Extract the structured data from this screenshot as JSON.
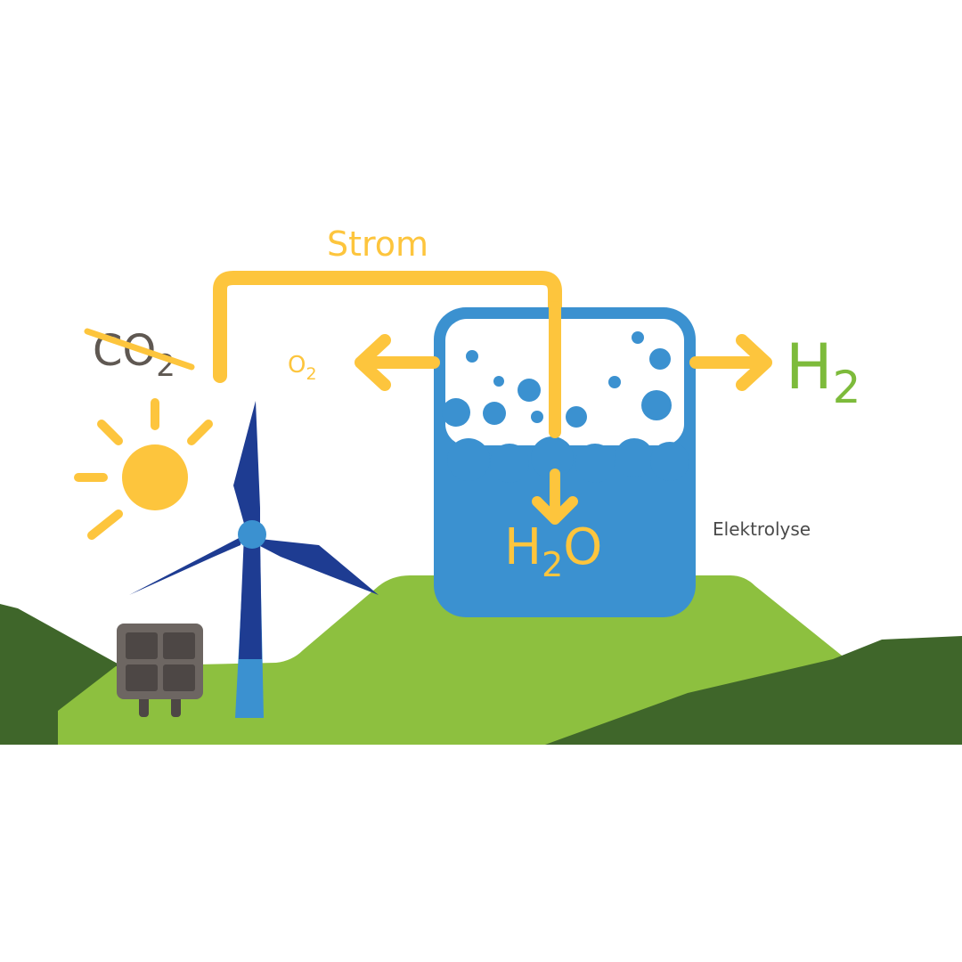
{
  "labels": {
    "strom": "Strom",
    "co2_main": "CO",
    "co2_sub": "2",
    "o2_main": "O",
    "o2_sub": "2",
    "h2_main": "H",
    "h2_sub": "2",
    "h2o_h": "H",
    "h2o_sub": "2",
    "h2o_o": "O",
    "elektrolyse": "Elektrolyse"
  },
  "colors": {
    "yellow": "#fdc53d",
    "light_blue": "#3b91d0",
    "dark_blue": "#1e3c92",
    "green_light": "#8dc03f",
    "green_dark": "#3f662a",
    "h2_green": "#7dbb3b",
    "gray": "#6d6662",
    "co2_gray": "#5f5852",
    "text_gray": "#4a4a4a",
    "white": "#ffffff"
  },
  "icons": [
    "sun-icon",
    "wind-turbine-icon",
    "solar-panel-icon",
    "electrolysis-tank-icon",
    "arrow-left-icon",
    "arrow-right-icon",
    "arrow-down-icon"
  ]
}
